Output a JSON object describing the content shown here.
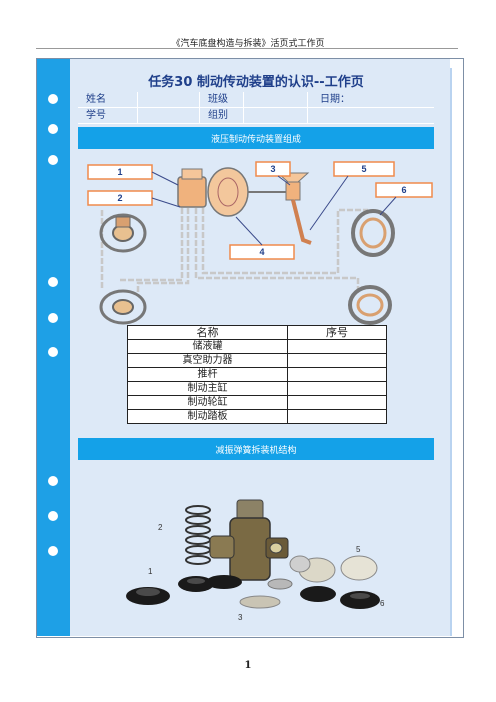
{
  "page": {
    "header_title": "《汽车底盘构造与拆装》活页式工作页",
    "page_number": "1"
  },
  "worksheet": {
    "title": "任务30  制动传动装置的认识--工作页",
    "fields": {
      "name_label": "姓名",
      "class_label": "班级",
      "date_label": "日期：",
      "student_id_label": "学号",
      "group_label": "组别"
    },
    "section1_title": "液压制动传动装置组成",
    "section2_title": "减振弹簧拆装机结构"
  },
  "diagram": {
    "callouts": [
      "1",
      "2",
      "3",
      "4",
      "5",
      "6"
    ]
  },
  "parts_table": {
    "headers": [
      "名称",
      "序号"
    ],
    "rows": [
      {
        "name": "储液罐",
        "number": ""
      },
      {
        "name": "真空助力器",
        "number": ""
      },
      {
        "name": "推杆",
        "number": ""
      },
      {
        "name": "制动主缸",
        "number": ""
      },
      {
        "name": "制动轮缸",
        "number": ""
      },
      {
        "name": "制动踏板",
        "number": ""
      }
    ]
  },
  "photo": {
    "callouts": [
      "1",
      "2",
      "3",
      "5",
      "6"
    ]
  },
  "colors": {
    "band": "#14a1e8",
    "sheet": "#dde9f7",
    "accent_text": "#1f3f8a",
    "callout_box": "#f08a4b"
  },
  "icons": [
    "binder-hole-icon"
  ]
}
